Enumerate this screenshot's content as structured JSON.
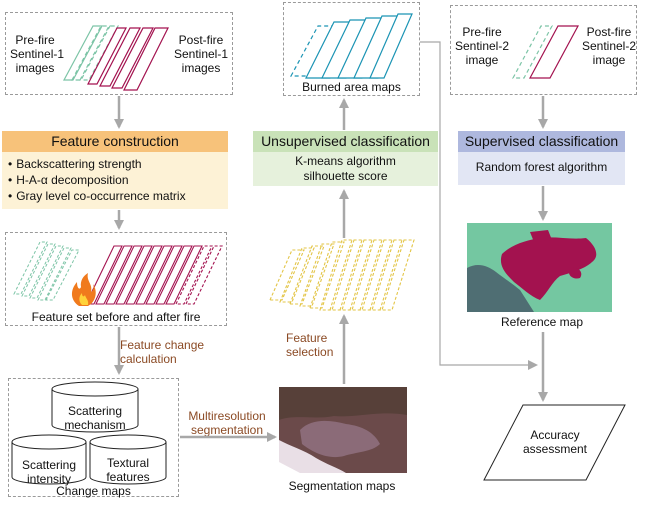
{
  "sentinel1": {
    "pre_label": [
      "Pre-fire",
      "Sentinel-1",
      "images"
    ],
    "post_label": [
      "Post-fire",
      "Sentinel-1",
      "images"
    ]
  },
  "burned_area": {
    "label": "Burned area maps"
  },
  "sentinel2": {
    "pre_label": [
      "Pre-fire",
      "Sentinel-2",
      "image"
    ],
    "post_label": [
      "Post-fire",
      "Sentinel-2",
      "image"
    ]
  },
  "feature_construction": {
    "title": "Feature construction",
    "items": [
      "Backscattering strength",
      "H-A-α decomposition",
      "Gray level co-occurrence matrix"
    ]
  },
  "unsupervised": {
    "title": "Unsupervised classification",
    "lines": [
      "K-means algorithm",
      "silhouette score"
    ]
  },
  "supervised": {
    "title": "Supervised classification",
    "lines": [
      "Random forest algorithm"
    ]
  },
  "feature_set": {
    "label": "Feature set before and after fire"
  },
  "feature_change": {
    "lines": [
      "Feature change",
      "calculation"
    ]
  },
  "feature_selection": {
    "lines": [
      "Feature",
      "selection"
    ]
  },
  "reference_map": {
    "label": "Reference map"
  },
  "change_maps": {
    "label": "Change maps",
    "cylinders": [
      [
        "Scattering",
        "mechanism"
      ],
      [
        "Scattering",
        "intensity"
      ],
      [
        "Textural",
        "features"
      ]
    ]
  },
  "multiresolution": {
    "lines": [
      "Multiresolution",
      "segmentation"
    ]
  },
  "segmentation_maps": {
    "label": "Segmentation maps"
  },
  "accuracy": {
    "lines": [
      "Accuracy",
      "assessment"
    ]
  },
  "colors": {
    "sar_pre": "#7cc4a6",
    "sar_post": "#a3124f",
    "burned": "#1b94b4",
    "selected": "#e3c546",
    "feature_header": "#f7c27a",
    "feature_body": "#fdf2d6",
    "unsup_header": "#c9e2b8",
    "unsup_body": "#e6f1dc",
    "sup_header": "#aeb8de",
    "sup_body": "#e2e6f4",
    "arrow": "#a8a8a8",
    "annotation": "#8b4a24"
  }
}
